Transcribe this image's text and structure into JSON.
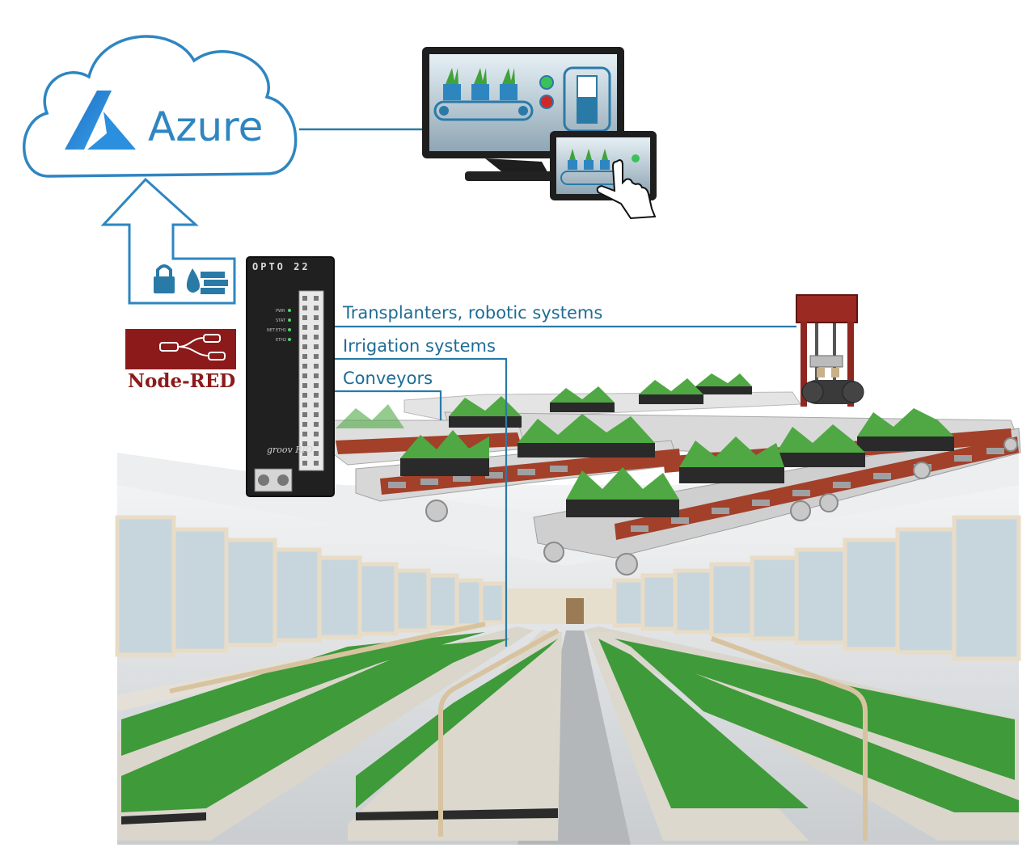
{
  "cloud": {
    "brand": "Azure",
    "icon": "azure-logo-icon"
  },
  "controller": {
    "brand": "OPTO 22",
    "product": "groov RIO",
    "status_leds": [
      "PWR",
      "STAT",
      "NET",
      "ETH1",
      "ETH2"
    ]
  },
  "nodered": {
    "label": "Node-RED"
  },
  "security_icons": [
    "lock-icon",
    "water-drop-icon",
    "firewall-icon"
  ],
  "connections": [
    {
      "label": "Transplanters, robotic systems"
    },
    {
      "label": "Irrigation systems"
    },
    {
      "label": "Conveyors"
    }
  ],
  "colors": {
    "line": "#2a7aa8",
    "cloud": "#2e86c1",
    "nodered": "#8c1a1a",
    "plant": "#3f9a3a",
    "rail": "#a2402a"
  }
}
